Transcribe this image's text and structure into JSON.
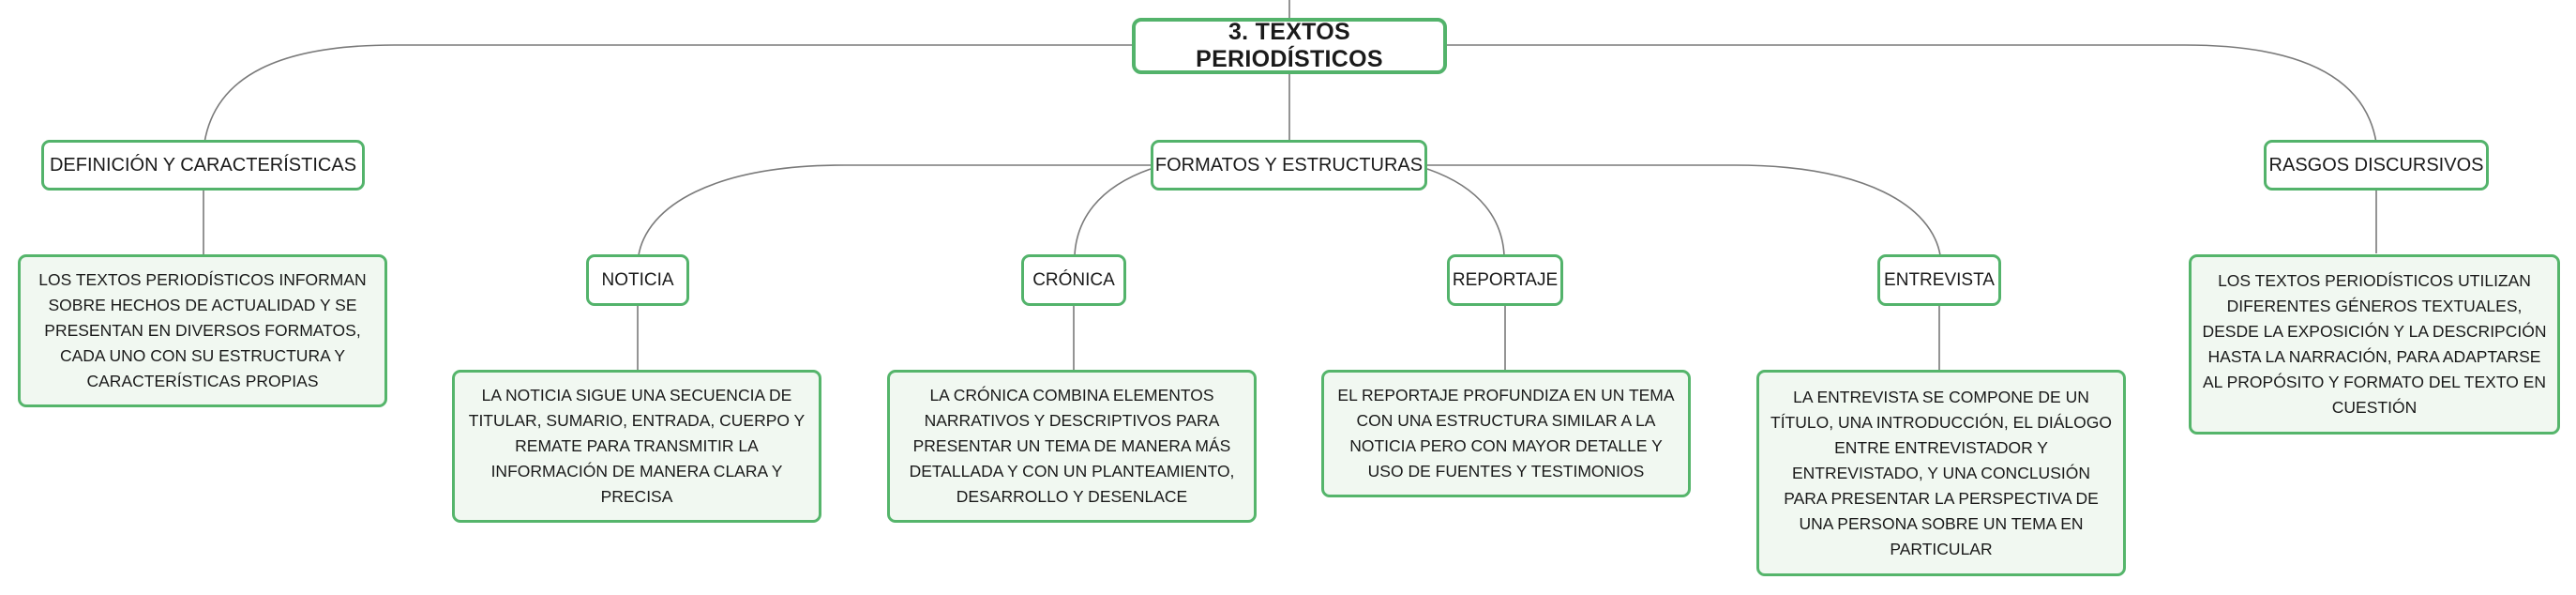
{
  "root": {
    "label": "3. TEXTOS PERIODÍSTICOS"
  },
  "branches": {
    "definicion": {
      "label": "DEFINICIÓN Y CARACTERÍSTICAS",
      "description": "LOS TEXTOS PERIODÍSTICOS INFORMAN SOBRE HECHOS DE ACTUALIDAD Y SE PRESENTAN EN DIVERSOS FORMATOS, CADA UNO CON SU ESTRUCTURA Y CARACTERÍSTICAS PROPIAS"
    },
    "formatos": {
      "label": "FORMATOS Y ESTRUCTURAS",
      "children": [
        {
          "label": "NOTICIA",
          "description": "LA NOTICIA SIGUE UNA SECUENCIA DE TITULAR, SUMARIO, ENTRADA, CUERPO Y REMATE PARA TRANSMITIR LA INFORMACIÓN DE MANERA CLARA Y PRECISA"
        },
        {
          "label": "CRÓNICA",
          "description": "LA CRÓNICA COMBINA ELEMENTOS NARRATIVOS Y DESCRIPTIVOS PARA PRESENTAR UN TEMA DE MANERA MÁS DETALLADA Y CON UN PLANTEAMIENTO, DESARROLLO Y DESENLACE"
        },
        {
          "label": "REPORTAJE",
          "description": "EL REPORTAJE PROFUNDIZA EN UN TEMA CON UNA ESTRUCTURA SIMILAR A LA NOTICIA PERO CON MAYOR DETALLE Y USO DE FUENTES Y TESTIMONIOS"
        },
        {
          "label": "ENTREVISTA",
          "description": "LA ENTREVISTA SE COMPONE DE UN TÍTULO, UNA INTRODUCCIÓN, EL DIÁLOGO ENTRE ENTREVISTADOR Y ENTREVISTADO, Y UNA CONCLUSIÓN PARA PRESENTAR LA PERSPECTIVA DE UNA PERSONA SOBRE UN TEMA EN PARTICULAR"
        }
      ]
    },
    "rasgos": {
      "label": "RASGOS DISCURSIVOS",
      "description": "LOS TEXTOS PERIODÍSTICOS UTILIZAN DIFERENTES GÉNEROS TEXTUALES, DESDE LA EXPOSICIÓN Y LA DESCRIPCIÓN HASTA LA NARRACIÓN, PARA ADAPTARSE AL PROPÓSITO Y FORMATO DEL TEXTO EN CUESTIÓN"
    }
  },
  "colors": {
    "node_border": "#53b36b",
    "desc_fill": "#f1f8f1",
    "connector": "#7a7a7a"
  }
}
